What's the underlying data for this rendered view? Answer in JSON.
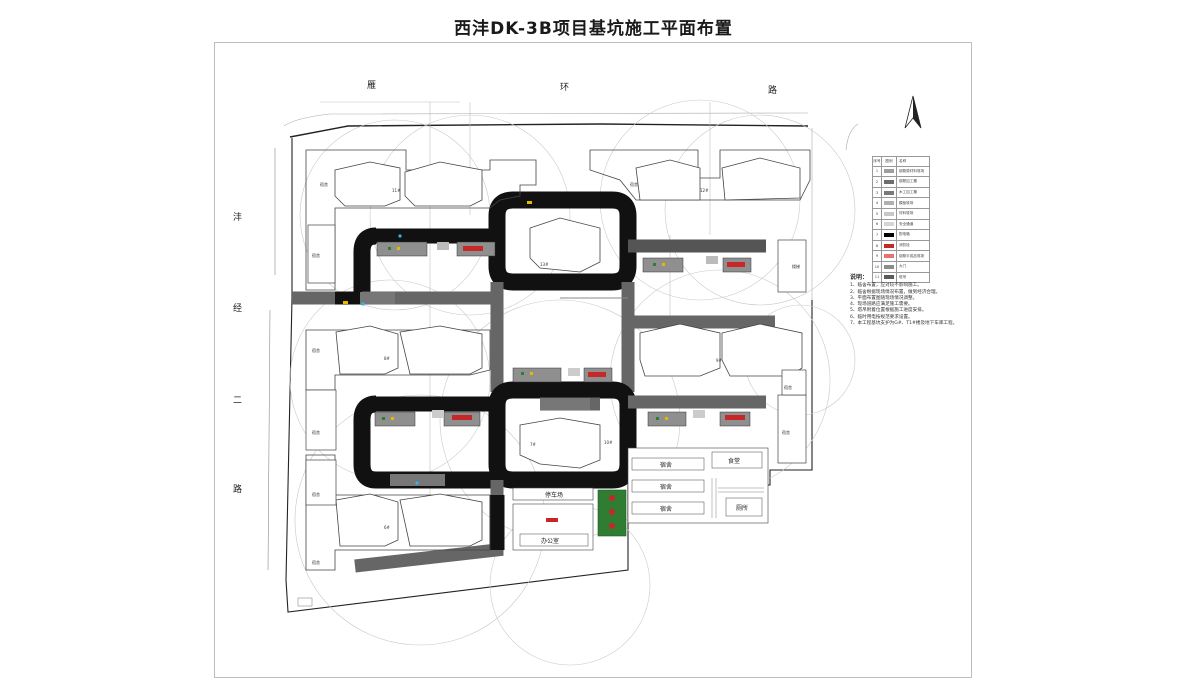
{
  "title": "西沣DK-3B项目基坑施工平面布置",
  "roads": {
    "north": [
      "雁",
      "环",
      "路"
    ],
    "west": [
      "沣",
      "经",
      "二",
      "路"
    ]
  },
  "compass": {
    "icon": "north-arrow-icon"
  },
  "legend": {
    "headers": [
      "序号",
      "图例",
      "名称"
    ],
    "rows": [
      {
        "no": "1",
        "name": "钢筋原材料堆场",
        "swatch": "#9e9e9e"
      },
      {
        "no": "2",
        "name": "钢筋加工棚",
        "swatch": "#6d6d6d"
      },
      {
        "no": "3",
        "name": "木工加工棚",
        "swatch": "#7a7a7a"
      },
      {
        "no": "4",
        "name": "模板堆场",
        "swatch": "#b0b0b0"
      },
      {
        "no": "5",
        "name": "材料堆场",
        "swatch": "#c7c7c7"
      },
      {
        "no": "6",
        "name": "安全通道",
        "swatch": "#d5d5d5"
      },
      {
        "no": "7",
        "name": "配电箱",
        "swatch": "#000000"
      },
      {
        "no": "8",
        "name": "消防栓",
        "swatch": "#c62828"
      },
      {
        "no": "9",
        "name": "钢筋半成品堆场",
        "swatch": "#e57373"
      },
      {
        "no": "10",
        "name": "大门",
        "swatch": "#8c8c8c"
      },
      {
        "no": "11",
        "name": "塔吊",
        "swatch": "#5a5a5a"
      }
    ]
  },
  "notes": {
    "title": "说明：",
    "items": [
      "1、临舍布置，应对较不影响施工。",
      "2、临舍根据现场情况布置，做到经济合理。",
      "3、平面布置图随现场情况调整。",
      "4、现场道路应满足施工需要。",
      "5、塔吊附着位置根据施工进度安排。",
      "6、临时用电按规范要求设置。",
      "7、本工程基坑支护为G#、T1#楼及地下车库工程。"
    ]
  },
  "facilities": {
    "parking": "停车场",
    "office": "办公室",
    "dormitory": "宿舍",
    "canteen": "食堂",
    "toilet": "厕所",
    "dorm_small": "宿舍",
    "stairs": "楼梯"
  },
  "buildings": {
    "b1": "11#",
    "b2": "12#",
    "b3": "13#",
    "b4": "8#",
    "b5": "9#",
    "b6": "7#",
    "b7": "6#",
    "b8": "10#"
  }
}
